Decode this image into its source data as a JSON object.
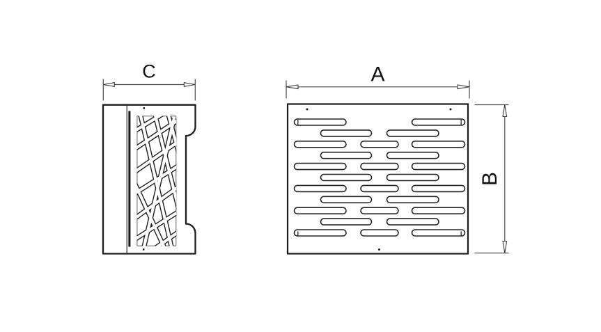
{
  "page": {
    "background_color": "#ffffff",
    "content_type": "technical-drawing"
  },
  "drawing": {
    "line_color": "#1c1c1c",
    "dimension_line_color": "#4a4a4a",
    "label_color": "#10101c",
    "dimensions": {
      "width_label": "A",
      "height_label": "B",
      "depth_label": "C"
    },
    "views": {
      "side_view": {
        "name": "side profile with decorative lattice cutout pattern",
        "dimension": "C",
        "hole_dots": 2
      },
      "front_view": {
        "name": "front panel with rounded vent slots",
        "dimension_horizontal": "A",
        "dimension_vertical": "B",
        "slot_rows": 11,
        "hole_dots": 3
      }
    }
  }
}
